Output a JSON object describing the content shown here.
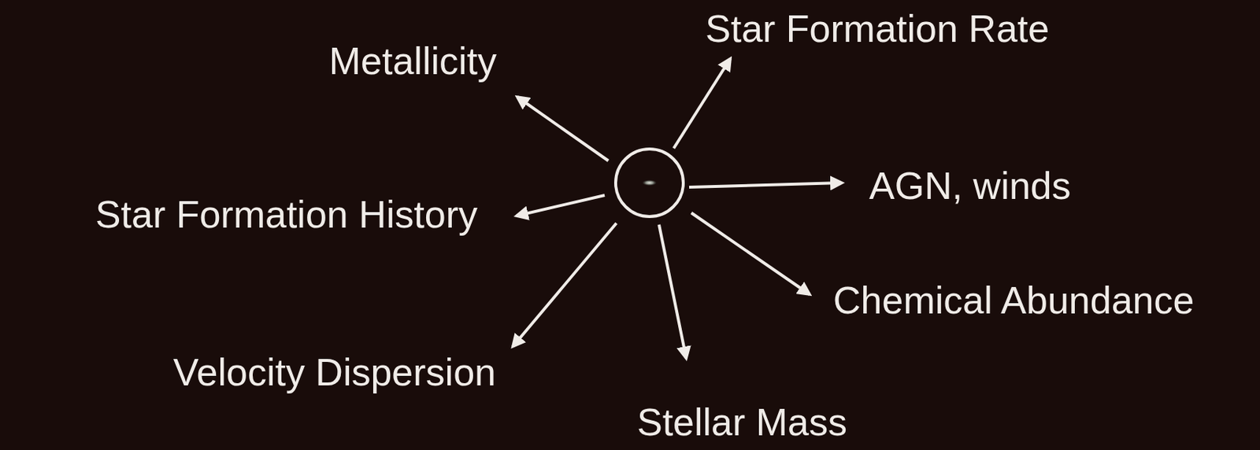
{
  "diagram": {
    "labels": [
      "Star Formation Rate",
      "Metallicity",
      "AGN, winds",
      "Star Formation History",
      "Chemical Abundance",
      "Velocity Dispersion",
      "Stellar Mass"
    ]
  }
}
